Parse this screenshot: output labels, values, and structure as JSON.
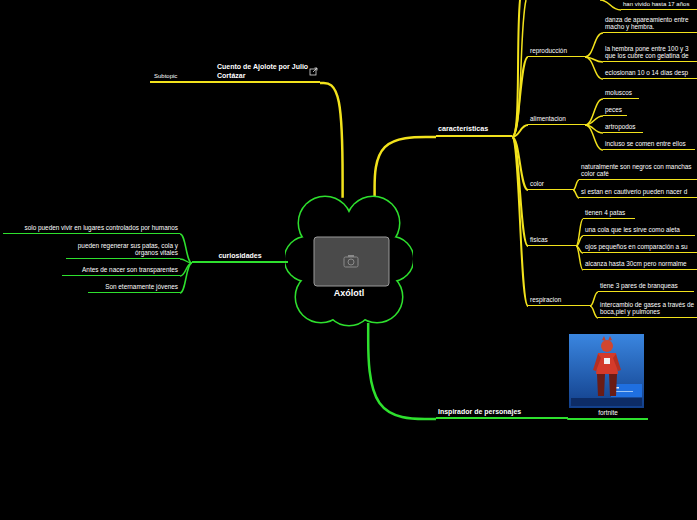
{
  "diagram": {
    "nodes": [
      {
        "text": [
          "Axólotl"
        ]
      },
      {
        "text": [
          "Cuento de Ajolote por Julio Cortázar"
        ]
      },
      {
        "text": [
          "Subtopic"
        ]
      },
      {
        "text": [
          "características"
        ]
      },
      {
        "text": [
          "han vivido hasta 17 años"
        ]
      },
      {
        "text": [
          "reproducción"
        ]
      },
      {
        "text": [
          "danza de apareamiento entre macho y hembra."
        ]
      },
      {
        "text": [
          "la hembra pone entre 100 y 3 que los cubre con gelatina de"
        ]
      },
      {
        "text": [
          "eclosionan 10 o 14 días desp"
        ]
      },
      {
        "text": [
          "alimentacion"
        ]
      },
      {
        "text": [
          "moluscos"
        ]
      },
      {
        "text": [
          "peces"
        ]
      },
      {
        "text": [
          "artropodos"
        ]
      },
      {
        "text": [
          "incluso se comen entre ellos"
        ]
      },
      {
        "text": [
          "color"
        ]
      },
      {
        "text": [
          "naturalmente son negros con manchas color café"
        ]
      },
      {
        "text": [
          "si estan en cautiverio pueden nacer d"
        ]
      },
      {
        "text": [
          "fisicas"
        ]
      },
      {
        "text": [
          "tienen 4 patas"
        ]
      },
      {
        "text": [
          "una cola que les sirve como aleta"
        ]
      },
      {
        "text": [
          "ojos pequeños en comparación a su"
        ]
      },
      {
        "text": [
          "alcanza hasta 30cm pero normalme"
        ]
      },
      {
        "text": [
          "respiracion"
        ]
      },
      {
        "text": [
          "tiene 3 pares de branqueas"
        ]
      },
      {
        "text": [
          "intercambio de gases a través de boca,piel y pulmones"
        ]
      },
      {
        "text": [
          "curiosidades"
        ]
      },
      {
        "text": [
          "solo pueden vivir en lugares controlados por humanos"
        ]
      },
      {
        "text": [
          "pueden regenerar sus patas, cola y órganos vitales"
        ]
      },
      {
        "text": [
          "Antes de nacer son transparentes"
        ]
      },
      {
        "text": [
          "Son eternamente jóvenes"
        ]
      },
      {
        "text": [
          "Inspirador de personajes"
        ]
      },
      {
        "text": [
          "fortnite"
        ]
      }
    ],
    "edges": [
      {
        "from": 0,
        "to": 1,
        "arrow": "none"
      },
      {
        "from": 1,
        "to": 2,
        "arrow": "none"
      },
      {
        "from": 0,
        "to": 3,
        "arrow": "none"
      },
      {
        "from": 3,
        "to": 5,
        "arrow": "none"
      },
      {
        "from": 5,
        "to": 6,
        "arrow": "none"
      },
      {
        "from": 5,
        "to": 7,
        "arrow": "none"
      },
      {
        "from": 5,
        "to": 8,
        "arrow": "none"
      },
      {
        "from": 3,
        "to": 9,
        "arrow": "none"
      },
      {
        "from": 9,
        "to": 10,
        "arrow": "none"
      },
      {
        "from": 9,
        "to": 11,
        "arrow": "none"
      },
      {
        "from": 9,
        "to": 12,
        "arrow": "none"
      },
      {
        "from": 9,
        "to": 13,
        "arrow": "none"
      },
      {
        "from": 3,
        "to": 14,
        "arrow": "none"
      },
      {
        "from": 14,
        "to": 15,
        "arrow": "none"
      },
      {
        "from": 14,
        "to": 16,
        "arrow": "none"
      },
      {
        "from": 3,
        "to": 17,
        "arrow": "none"
      },
      {
        "from": 17,
        "to": 18,
        "arrow": "none"
      },
      {
        "from": 17,
        "to": 19,
        "arrow": "none"
      },
      {
        "from": 17,
        "to": 20,
        "arrow": "none"
      },
      {
        "from": 17,
        "to": 21,
        "arrow": "none"
      },
      {
        "from": 3,
        "to": 22,
        "arrow": "none"
      },
      {
        "from": 22,
        "to": 23,
        "arrow": "none"
      },
      {
        "from": 22,
        "to": 24,
        "arrow": "none"
      },
      {
        "from": 0,
        "to": 25,
        "arrow": "none"
      },
      {
        "from": 25,
        "to": 26,
        "arrow": "none"
      },
      {
        "from": 25,
        "to": 27,
        "arrow": "none"
      },
      {
        "from": 25,
        "to": 28,
        "arrow": "none"
      },
      {
        "from": 25,
        "to": 29,
        "arrow": "none"
      },
      {
        "from": 0,
        "to": 30,
        "arrow": "none"
      },
      {
        "from": 30,
        "to": 31,
        "arrow": "none"
      }
    ]
  }
}
